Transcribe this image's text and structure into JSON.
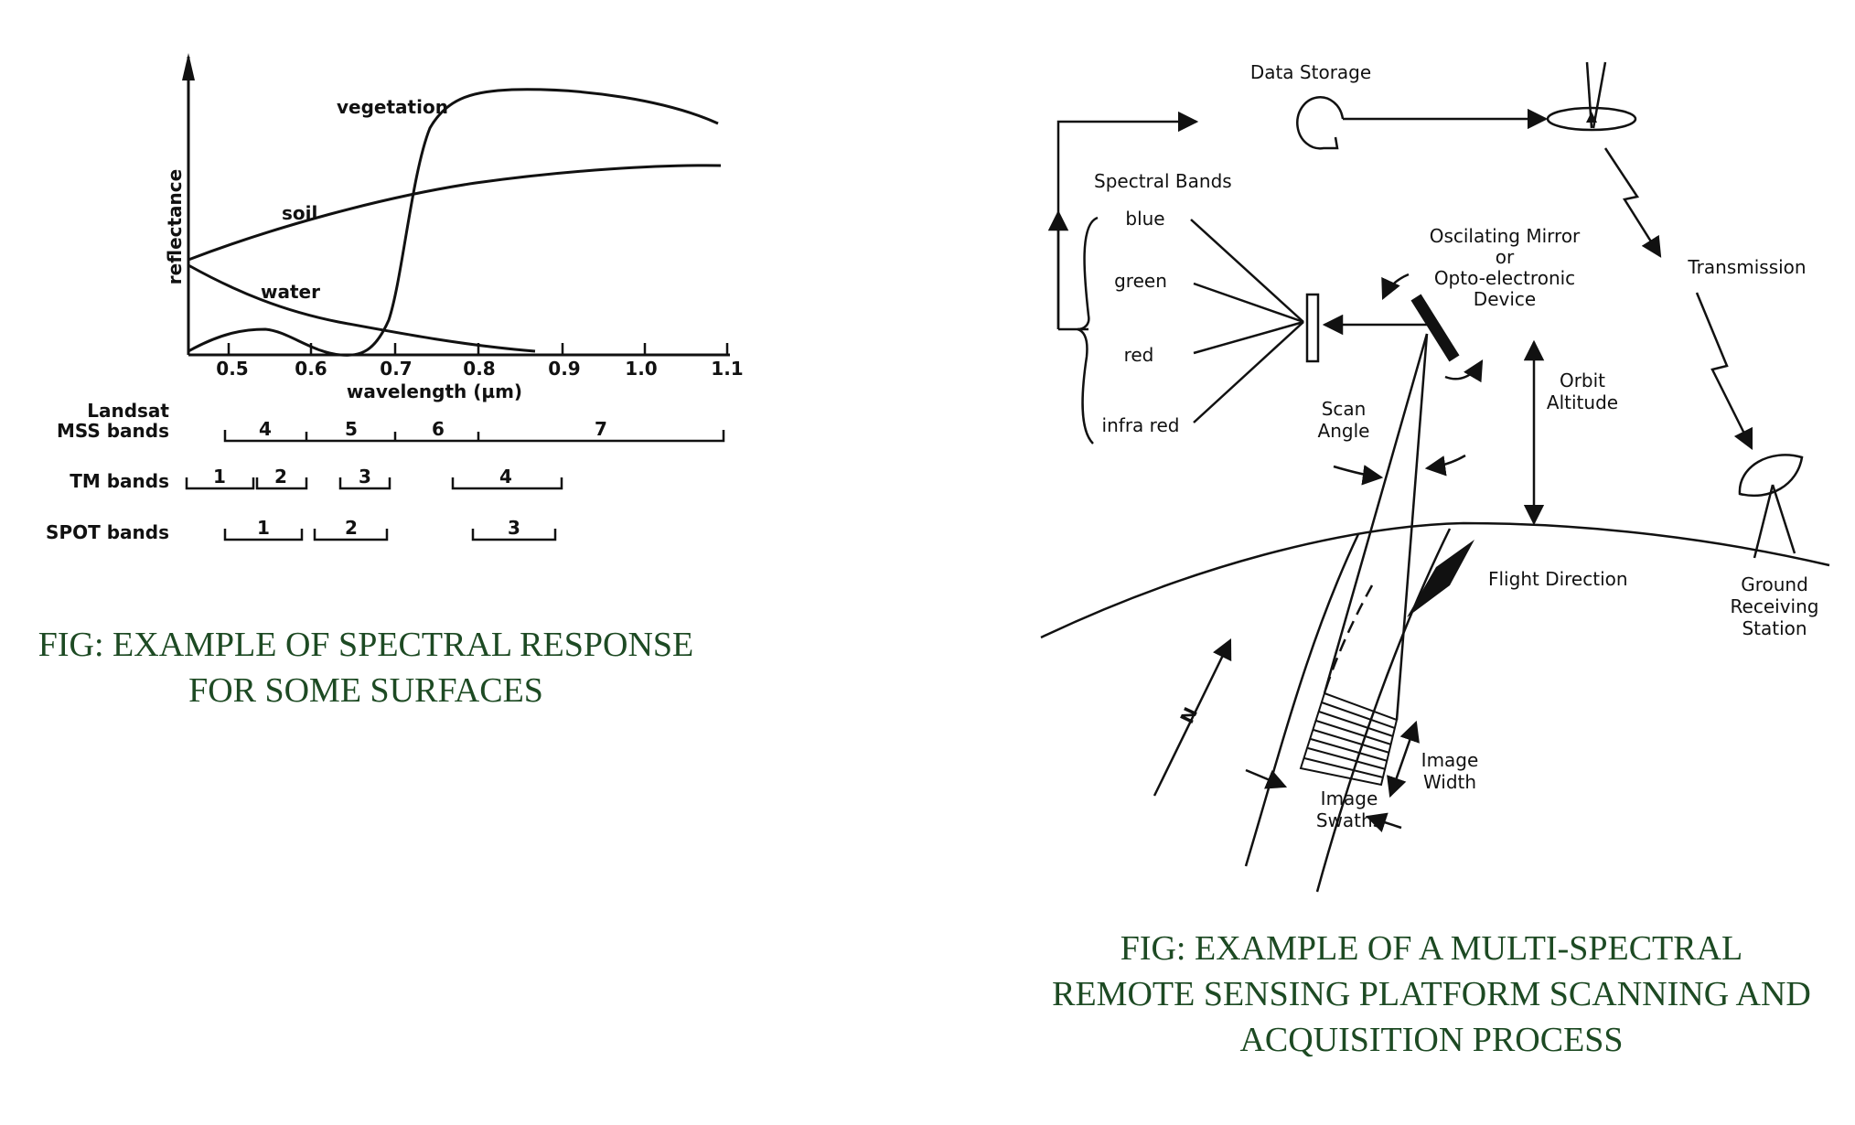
{
  "left_figure": {
    "axis": {
      "ylabel": "reflectance",
      "xlabel": "wavelength (µm)"
    },
    "ticks": [
      "0.5",
      "0.6",
      "0.7",
      "0.8",
      "0.9",
      "1.0",
      "1.1"
    ],
    "curves": {
      "vegetation": "vegetation",
      "soil": "soil",
      "water": "water"
    },
    "band_rows": {
      "mss_label_1": "Landsat",
      "mss_label_2": "MSS bands",
      "mss": [
        "4",
        "5",
        "6",
        "7"
      ],
      "tm_label": "TM bands",
      "tm": [
        "1",
        "2",
        "3",
        "4"
      ],
      "spot_label": "SPOT bands",
      "spot": [
        "1",
        "2",
        "3"
      ]
    },
    "caption": "FIG: EXAMPLE OF SPECTRAL RESPONSE\nFOR SOME SURFACES"
  },
  "right_figure": {
    "data_storage": "Data Storage",
    "spectral_bands": {
      "title": "Spectral Bands",
      "items": [
        "blue",
        "green",
        "red",
        "infra red"
      ]
    },
    "mirror": [
      "Oscilating Mirror",
      "or",
      "Opto-electronic",
      "Device"
    ],
    "transmission": "Transmission",
    "scan_angle": [
      "Scan",
      "Angle"
    ],
    "orbit_altitude": [
      "Orbit",
      "Altitude"
    ],
    "flight_direction": "Flight Direction",
    "ground_station": [
      "Ground",
      "Receiving",
      "Station"
    ],
    "image_width": [
      "Image",
      "Width"
    ],
    "image_swaths": [
      "Image",
      "Swaths"
    ],
    "north": "N",
    "caption": "FIG: EXAMPLE OF A MULTI-SPECTRAL\nREMOTE SENSING PLATFORM SCANNING AND\nACQUISITION PROCESS"
  }
}
